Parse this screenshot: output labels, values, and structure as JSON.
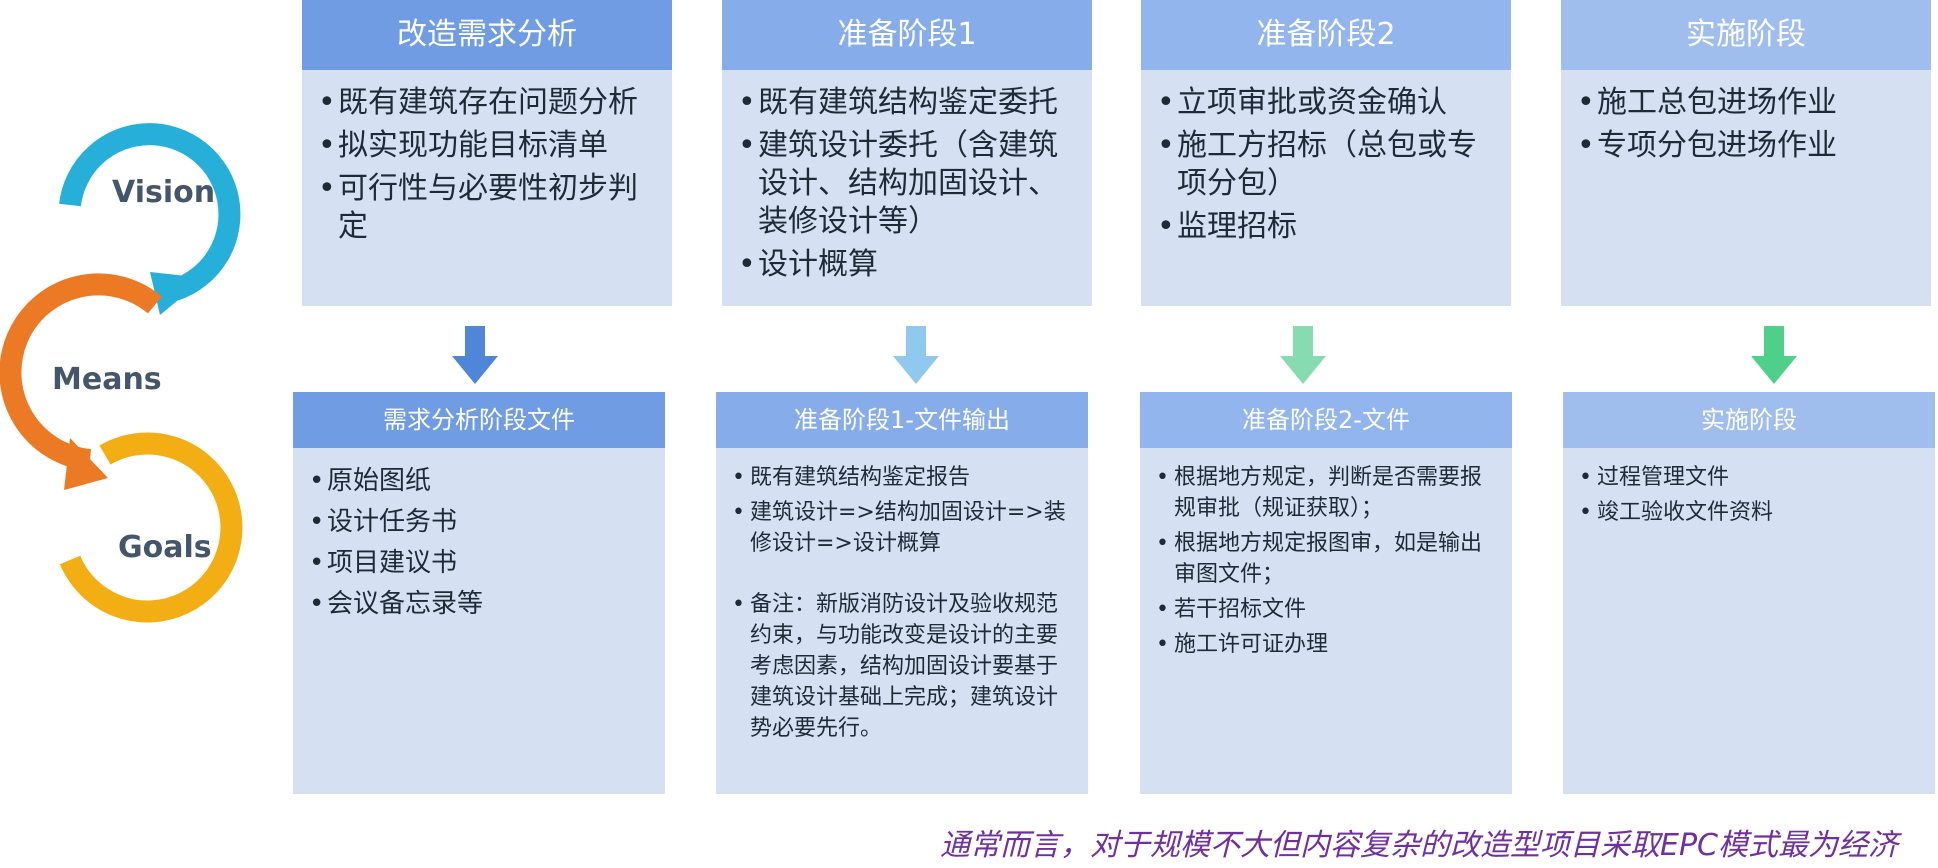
{
  "cycle": {
    "labels": [
      "Vision",
      "Means",
      "Goals"
    ],
    "colors": [
      "#26b0d9",
      "#ec7a25",
      "#f3ae14"
    ]
  },
  "columns": [
    {
      "top_title": "改造需求分析",
      "top_items": [
        "既有建筑存在问题分析",
        "拟实现功能目标清单",
        "可行性与必要性初步判定"
      ],
      "bottom_title": "需求分析阶段文件",
      "bottom_items": [
        "原始图纸",
        "设计任务书",
        "项目建议书",
        "会议备忘录等"
      ],
      "head_color": "#6f9ce2",
      "arrow_color": "#4f86d8"
    },
    {
      "top_title": "准备阶段1",
      "top_items": [
        "既有建筑结构鉴定委托",
        "建筑设计委托（含建筑设计、结构加固设计、装修设计等）",
        "设计概算"
      ],
      "bottom_title": "准备阶段1-文件输出",
      "bottom_items": [
        "既有建筑结构鉴定报告",
        "建筑设计=>结构加固设计=>装修设计=>设计概算",
        "备注：新版消防设计及验收规范约束，与功能改变是设计的主要考虑因素，结构加固设计要基于建筑设计基础上完成；建筑设计势必要先行。"
      ],
      "head_color": "#86adea",
      "arrow_color": "#90c9ee"
    },
    {
      "top_title": "准备阶段2",
      "top_items": [
        "立项审批或资金确认",
        "施工方招标（总包或专项分包）",
        "监理招标"
      ],
      "bottom_title": "准备阶段2-文件",
      "bottom_items": [
        "根据地方规定，判断是否需要报规审批（规证获取）；",
        "根据地方规定报图审，如是输出审图文件；",
        "若干招标文件",
        "施工许可证办理"
      ],
      "head_color": "#91b5ec",
      "arrow_color": "#86dcb0"
    },
    {
      "top_title": "实施阶段",
      "top_items": [
        "施工总包进场作业",
        "专项分包进场作业"
      ],
      "bottom_title": "实施阶段",
      "bottom_items": [
        "过程管理文件",
        "竣工验收文件资料"
      ],
      "head_color": "#9fbeee",
      "arrow_color": "#4fd08a"
    }
  ],
  "footer": "通常而言，对于规模不大但内容复杂的改造型项目采取EPC模式最为经济"
}
